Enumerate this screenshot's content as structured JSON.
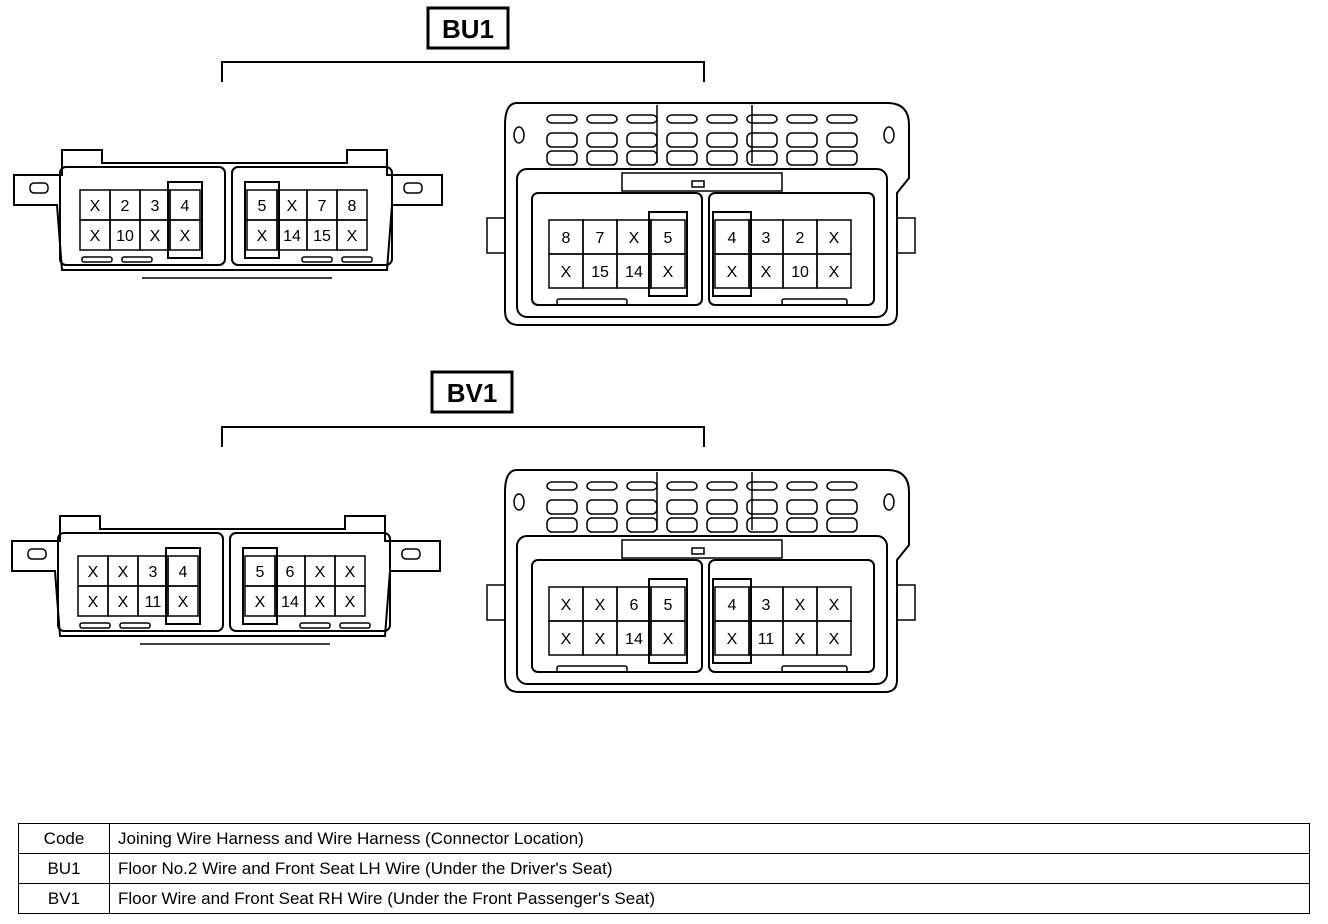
{
  "connectors": [
    {
      "id": "BU1",
      "label": "BU1",
      "female_left": [
        [
          "X",
          "2",
          "3",
          "4"
        ],
        [
          "X",
          "10",
          "X",
          "X"
        ]
      ],
      "female_right": [
        [
          "5",
          "X",
          "7",
          "8"
        ],
        [
          "X",
          "14",
          "15",
          "X"
        ]
      ],
      "male_left": [
        [
          "8",
          "7",
          "X",
          "5"
        ],
        [
          "X",
          "15",
          "14",
          "X"
        ]
      ],
      "male_right": [
        [
          "4",
          "3",
          "2",
          "X"
        ],
        [
          "X",
          "X",
          "10",
          "X"
        ]
      ]
    },
    {
      "id": "BV1",
      "label": "BV1",
      "female_left": [
        [
          "X",
          "X",
          "3",
          "4"
        ],
        [
          "X",
          "X",
          "11",
          "X"
        ]
      ],
      "female_right": [
        [
          "5",
          "6",
          "X",
          "X"
        ],
        [
          "X",
          "14",
          "X",
          "X"
        ]
      ],
      "male_left": [
        [
          "X",
          "X",
          "6",
          "5"
        ],
        [
          "X",
          "X",
          "14",
          "X"
        ]
      ],
      "male_right": [
        [
          "4",
          "3",
          "X",
          "X"
        ],
        [
          "X",
          "11",
          "X",
          "X"
        ]
      ]
    }
  ],
  "legend": {
    "header": {
      "code": "Code",
      "desc": "Joining Wire Harness and Wire Harness (Connector Location)"
    },
    "rows": [
      {
        "code": "BU1",
        "desc": "Floor No.2 Wire and Front Seat LH Wire (Under the Driver's Seat)"
      },
      {
        "code": "BV1",
        "desc": "Floor Wire and Front Seat RH Wire (Under the Front Passenger's Seat)"
      }
    ]
  }
}
